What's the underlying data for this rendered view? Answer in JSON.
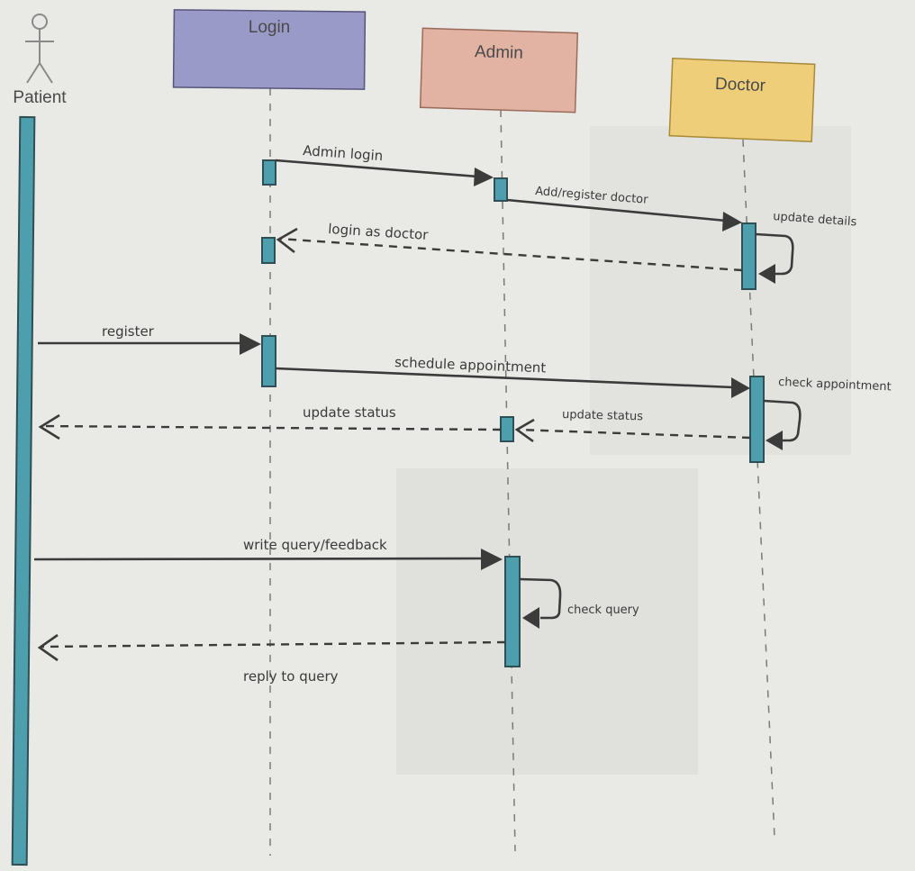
{
  "actor": {
    "name": "Patient"
  },
  "participants": {
    "login": {
      "name": "Login",
      "color": "#9a9ac8"
    },
    "admin": {
      "name": "Admin",
      "color": "#e2b3a3"
    },
    "doctor": {
      "name": "Doctor",
      "color": "#efce7a"
    }
  },
  "messages": {
    "admin_login": "Admin login",
    "add_register_doctor": "Add/register doctor",
    "update_details": "update details",
    "login_as_doctor": "login as doctor",
    "register": "register",
    "schedule_appointment": "schedule appointment",
    "check_appointment": "check appointment",
    "update_status_to_admin": "update status",
    "update_status_to_patient": "update status",
    "write_query_feedback": "write query/feedback",
    "check_query": "check query",
    "reply_to_query": "reply to query"
  }
}
